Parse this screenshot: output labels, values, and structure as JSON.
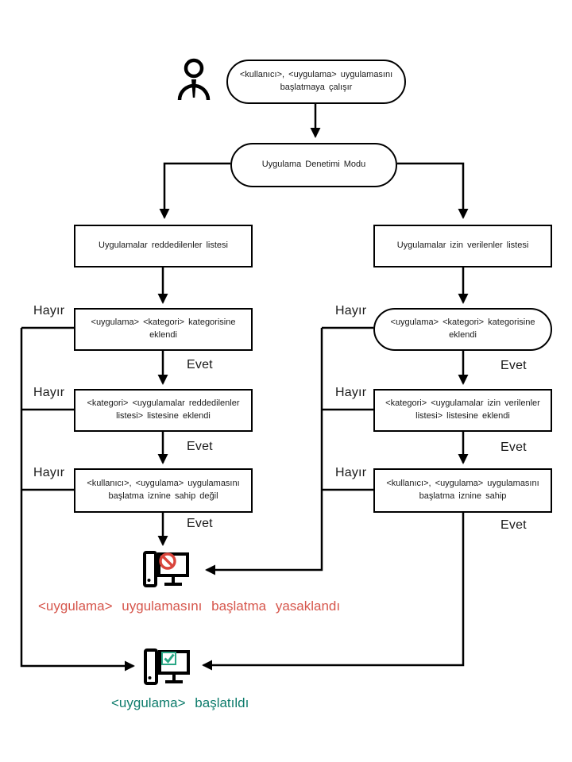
{
  "nodes": {
    "start": {
      "text": "<kullanıcı>, <uygulama> uygulamasını başlatmaya çalışır"
    },
    "mode": {
      "text": "Uygulama Denetimi Modu"
    },
    "denylist": {
      "text": "Uygulamalar reddedilenler listesi"
    },
    "allowlist": {
      "text": "Uygulamalar izin verilenler listesi"
    },
    "deny_category": {
      "text": "<uygulama> <kategori> kategorisine eklendi"
    },
    "allow_category": {
      "text": "<uygulama> <kategori> kategorisine eklendi"
    },
    "deny_list_added": {
      "text": "<kategori> <uygulamalar reddedilenler listesi> listesine eklendi"
    },
    "allow_list_added": {
      "text": "<kategori> <uygulamalar izin verilenler listesi> listesine eklendi"
    },
    "deny_permission": {
      "text": "<kullanıcı>, <uygulama> uygulamasını başlatma iznine sahip değil"
    },
    "allow_permission": {
      "text": "<kullanıcı>, <uygulama> uygulamasını başlatma iznine sahip"
    }
  },
  "labels": {
    "yes": "Evet",
    "no": "Hayır"
  },
  "outcomes": {
    "blocked": {
      "text": "<uygulama> uygulamasını başlatma yasaklandı",
      "color": "#d6564c"
    },
    "started": {
      "text": "<uygulama> başlatıldı",
      "color": "#0e7c6c"
    }
  },
  "icons": {
    "user": "user-icon",
    "blocked_computer": "computer-blocked-icon",
    "started_computer": "computer-started-icon",
    "prohibition_color": "#d9453c",
    "check_color": "#2aa785"
  }
}
